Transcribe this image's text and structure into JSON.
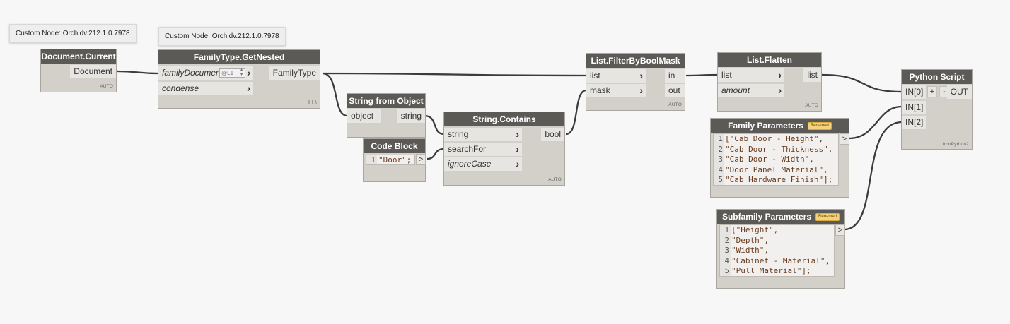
{
  "tooltips": {
    "tip1": "Custom Node: Orchidv.212.1.0.7978",
    "tip2": "Custom Node: Orchidv.212.1.0.7978"
  },
  "doc_current": {
    "title": "Document.Current",
    "out_port": "Document",
    "lacing": "AUTO"
  },
  "ft_nested": {
    "title": "FamilyType.GetNested",
    "in_ports": [
      "familyDocument",
      "condense"
    ],
    "spin_value": "@L1",
    "out_port": "FamilyType",
    "lacing": "I I \\"
  },
  "string_from_object": {
    "title": "String from Object",
    "in_port": "object",
    "out_port": "string"
  },
  "code_block": {
    "title": "Code Block",
    "line_numbers": [
      "1"
    ],
    "lines": [
      "\"Door\";"
    ],
    "out": ">"
  },
  "string_contains": {
    "title": "String.Contains",
    "in_ports": [
      "string",
      "searchFor",
      "ignoreCase"
    ],
    "out_port": "bool",
    "lacing": "AUTO"
  },
  "filter_mask": {
    "title": "List.FilterByBoolMask",
    "in_ports": [
      "list",
      "mask"
    ],
    "out_ports": [
      "in",
      "out"
    ],
    "lacing": "AUTO"
  },
  "list_flatten": {
    "title": "List.Flatten",
    "in_ports": [
      "list",
      "amount"
    ],
    "out_port": "list",
    "lacing": "AUTO"
  },
  "family_params": {
    "title": "Family Parameters",
    "badge": "Renamed",
    "line_numbers": [
      "1",
      "2",
      "3",
      "4",
      "5"
    ],
    "lines": [
      "[\"Cab Door - Height\",",
      "\"Cab Door - Thickness\",",
      "\"Cab Door - Width\",",
      "\"Door Panel Material\",",
      "\"Cab Hardware Finish\"];"
    ],
    "out": ">"
  },
  "subfamily_params": {
    "title": "Subfamily Parameters",
    "badge": "Renamed",
    "line_numbers": [
      "1",
      "2",
      "3",
      "4",
      "5"
    ],
    "lines": [
      "[\"Height\",",
      "\"Depth\",",
      "\"Width\",",
      "\"Cabinet - Material\",",
      "\"Pull Material\"];"
    ],
    "out": ">"
  },
  "python_script": {
    "title": "Python Script",
    "in_ports": [
      "IN[0]",
      "IN[1]",
      "IN[2]"
    ],
    "add": "+",
    "remove": "-",
    "out_port": "OUT",
    "engine": "IronPython2"
  },
  "colors": {
    "canvas": "#f7f7f7",
    "node_header": "#5c5a56",
    "node_body": "#d3d0c9",
    "wire": "#3b3b3b",
    "badge": "#f5d27a"
  }
}
